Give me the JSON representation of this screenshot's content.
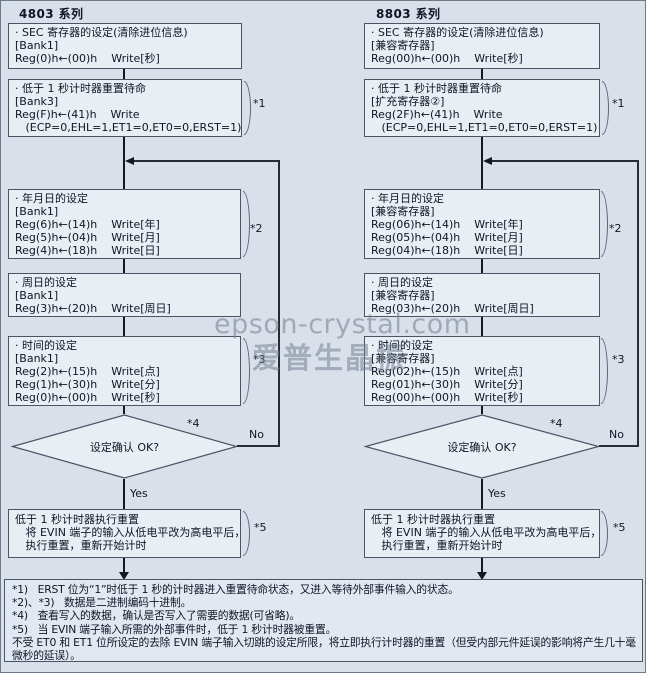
{
  "meta": {
    "background_color": "#d9e0ea",
    "box_fill_color": "#e9eef5",
    "box_border_color": "#4a5463",
    "connector_color": "#15181c",
    "text_color": "#0e1624",
    "watermark_color": "#7c8796"
  },
  "watermark": {
    "line1": "epson-crystal.com",
    "line2": "爱普生晶振"
  },
  "columns": [
    {
      "title": "4803 系列",
      "boxes": {
        "sec": {
          "lines": [
            "· SEC 寄存器的设定(清除进位信息)",
            "[Bank1]",
            "Reg(0)h←(00)h    Write[秒]"
          ]
        },
        "standby": {
          "note": "*1",
          "lines": [
            "· 低于 1 秒计时器重置待命",
            "[Bank3]",
            "Reg(F)h←(41)h    Write",
            "   (ECP=0,EHL=1,ET1=0,ET0=0,ERST=1)"
          ]
        },
        "date": {
          "note": "*2",
          "lines": [
            "· 年月日的设定",
            "[Bank1]",
            "Reg(6)h←(14)h    Write[年]",
            "Reg(5)h←(04)h    Write[月]",
            "Reg(4)h←(18)h    Write[日]"
          ]
        },
        "weekday": {
          "lines": [
            "· 周日的设定",
            "[Bank1]",
            "Reg(3)h←(20)h    Write[周日]"
          ]
        },
        "time": {
          "note": "*3",
          "lines": [
            "· 时间的设定",
            "[Bank1]",
            "Reg(2)h←(15)h    Write[点]",
            "Reg(1)h←(30)h    Write[分]",
            "Reg(0)h←(00)h    Write[秒]"
          ]
        },
        "decision": {
          "note": "*4",
          "label": "设定确认 OK?",
          "no": "No",
          "yes": "Yes"
        },
        "reset": {
          "note": "*5",
          "lines": [
            "低于 1 秒计时器执行重置",
            "   将 EVIN 端子的输入从低电平改为高电平后，",
            "   执行重置，重新开始计时"
          ]
        }
      }
    },
    {
      "title": "8803 系列",
      "boxes": {
        "sec": {
          "lines": [
            "· SEC 寄存器的设定(清除进位信息)",
            "[兼容寄存器]",
            "Reg(00)h←(00)h    Write[秒]"
          ]
        },
        "standby": {
          "note": "*1",
          "lines": [
            "· 低于 1 秒计时器重置待命",
            "[扩充寄存器②]",
            "Reg(2F)h←(41)h    Write",
            "   (ECP=0,EHL=1,ET1=0,ET0=0,ERST=1)"
          ]
        },
        "date": {
          "note": "*2",
          "lines": [
            "· 年月日的设定",
            "[兼容寄存器]",
            "Reg(06)h←(14)h    Write[年]",
            "Reg(05)h←(04)h    Write[月]",
            "Reg(04)h←(18)h    Write[日]"
          ]
        },
        "weekday": {
          "lines": [
            "· 周日的设定",
            "[兼容寄存器]",
            "Reg(03)h←(20)h    Write[周日]"
          ]
        },
        "time": {
          "note": "*3",
          "lines": [
            "· 时间的设定",
            "[兼容寄存器]",
            "Reg(02)h←(15)h    Write[点]",
            "Reg(01)h←(30)h    Write[分]",
            "Reg(00)h←(00)h    Write[秒]"
          ]
        },
        "decision": {
          "note": "*4",
          "label": "设定确认 OK?",
          "no": "No",
          "yes": "Yes"
        },
        "reset": {
          "note": "*5",
          "lines": [
            "低于 1 秒计时器执行重置",
            "   将 EVIN 端子的输入从低电平改为高电平后，",
            "   执行重置，重新开始计时"
          ]
        }
      }
    }
  ],
  "footnotes": {
    "lines": [
      "*1)   ERST 位为“1”时低于 1 秒的计时器进入重置待命状态，又进入等待外部事件输入的状态。",
      "*2)、*3)   数据是二进制编码十进制。",
      "*4)   查看写入的数据，确认是否写入了需要的数据(可省略)。",
      "*5)   当 EVIN 端子输入所需的外部事件时，低于 1 秒计时器被重置。",
      "不受 ET0 和 ET1 位所设定的去除 EVIN 端子输入切跳的设定所限，将立即执行计时器的重置（但受内部元件延误的影响将产生几十毫",
      "微秒的延误）。"
    ]
  }
}
